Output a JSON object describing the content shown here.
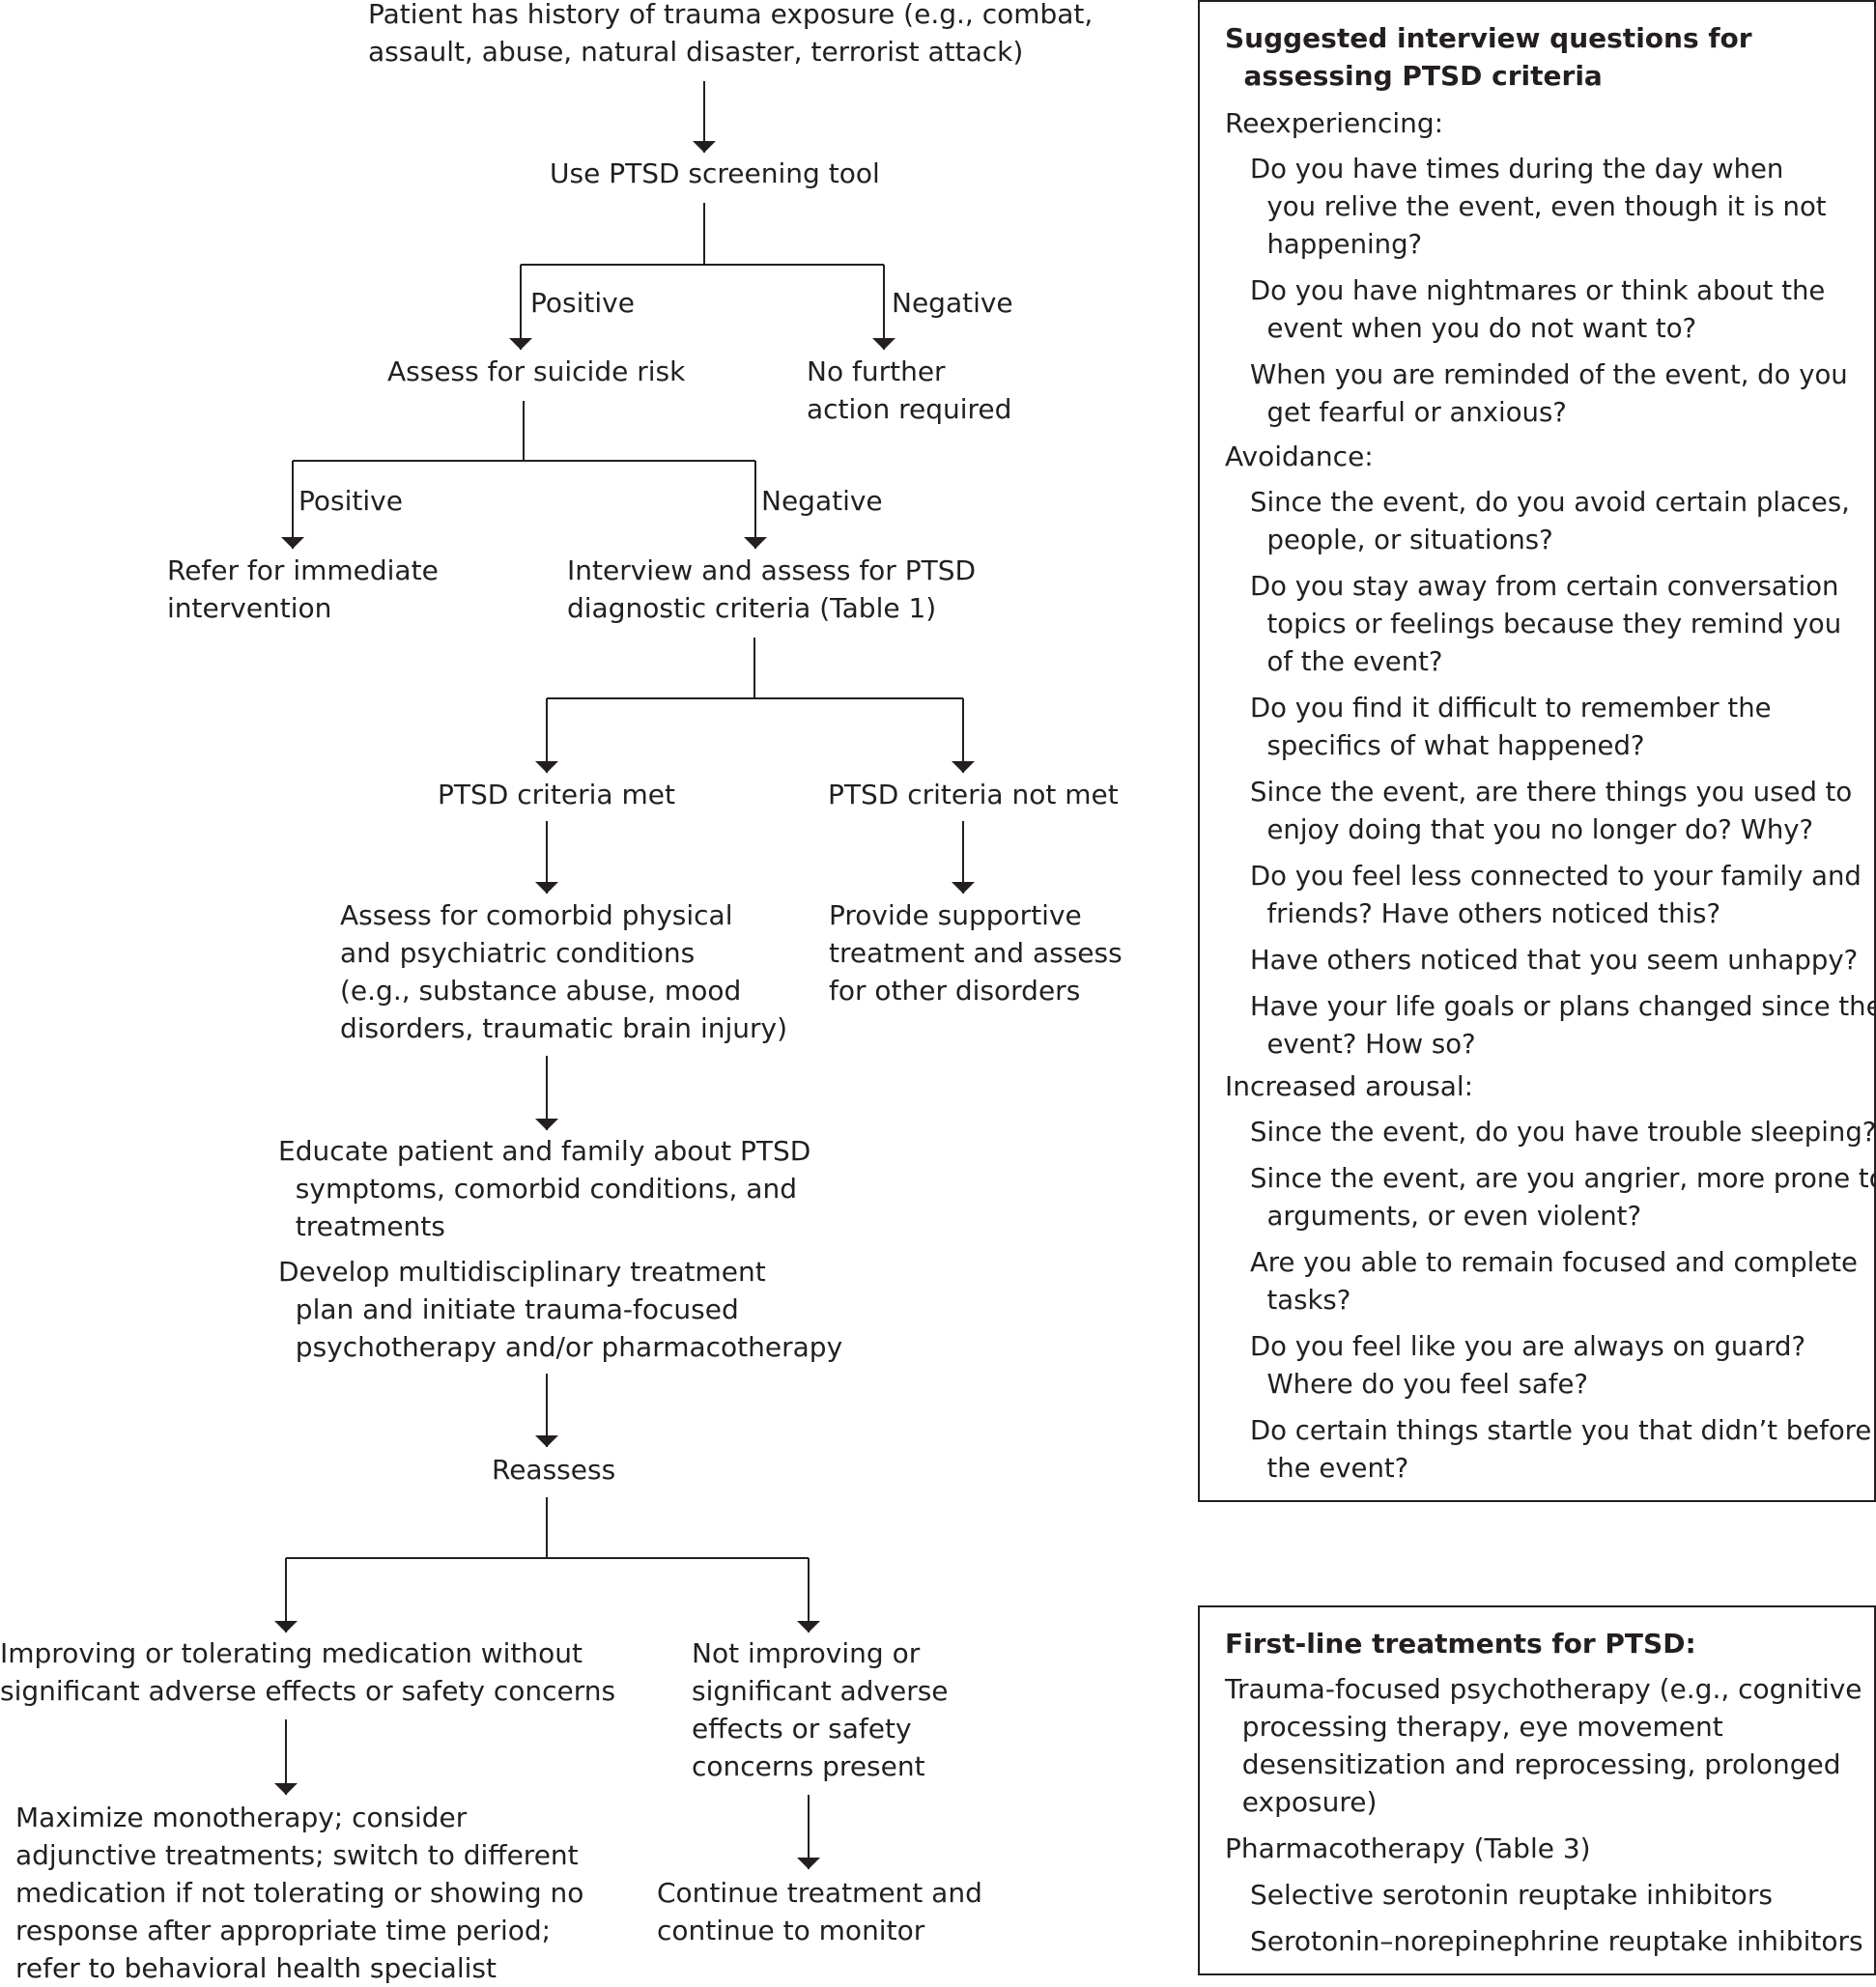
{
  "flow": {
    "trauma": "Patient has history of trauma exposure (e.g., combat,\nassault, abuse, natural disaster, terrorist attack)",
    "screening": "Use PTSD screening tool",
    "positive_1": "Positive",
    "negative_1": "Negative",
    "suicide": "Assess for suicide risk",
    "no_action": "No further\naction required",
    "positive_2": "Positive",
    "negative_2": "Negative",
    "refer": "Refer for immediate\nintervention",
    "interview": "Interview and assess for PTSD\ndiagnostic criteria (Table 1)",
    "criteria_met": "PTSD criteria met",
    "criteria_not_met": "PTSD criteria not met",
    "comorbid": "Assess for comorbid physical\nand psychiatric conditions\n(e.g., substance abuse, mood\ndisorders, traumatic brain injury)",
    "supportive": "Provide supportive\ntreatment and assess\nfor other disorders",
    "educate": "Educate patient and family about PTSD\n  symptoms, comorbid conditions, and\n  treatments",
    "develop": "Develop multidisciplinary treatment\n  plan and initiate trauma-focused\n  psychotherapy and/or pharmacotherapy",
    "reassess": "Reassess",
    "improving": "Improving or tolerating medication without\nsignificant adverse effects or safety concerns",
    "not_improving": "Not improving or\nsignificant adverse\neffects or safety\nconcerns present",
    "maximize": "Maximize monotherapy; consider\nadjunctive treatments; switch to different\nmedication if not tolerating or showing no\nresponse after appropriate time period;\nrefer to behavioral health specialist",
    "continue": "Continue treatment and\ncontinue to monitor"
  },
  "questions_box": {
    "title": "Suggested interview questions for\n  assessing PTSD criteria",
    "sections": [
      {
        "heading": "Reexperiencing:",
        "questions": [
          "Do you have times during the day when\n  you relive the event, even though it is not\n  happening?",
          "Do you have nightmares or think about the\n  event when you do not want to?",
          "When you are reminded of the event, do you\n  get fearful or anxious?"
        ]
      },
      {
        "heading": "Avoidance:",
        "questions": [
          "Since the event, do you avoid certain places,\n  people, or situations?",
          "Do you stay away from certain conversation\n  topics or feelings because they remind you\n  of the event?",
          "Do you find it difficult to remember the\n  specifics of what happened?",
          "Since the event, are there things you used to\n  enjoy doing that you no longer do? Why?",
          "Do you feel less connected to your family and\n  friends? Have others noticed this?",
          "Have others noticed that you seem unhappy?",
          "Have your life goals or plans changed since the\n  event? How so?"
        ]
      },
      {
        "heading": "Increased arousal:",
        "questions": [
          "Since the event, do you have trouble sleeping?",
          "Since the event, are you angrier, more prone to\n  arguments, or even violent?",
          "Are you able to remain focused and complete\n  tasks?",
          "Do you feel like you are always on guard?\n  Where do you feel safe?",
          "Do certain things startle you that didn’t before\n  the event?"
        ]
      }
    ]
  },
  "treatments_box": {
    "title": "First-line treatments for PTSD:",
    "psychotherapy": "Trauma-focused psychotherapy (e.g., cognitive\n  processing therapy, eye movement\n  desensitization and reprocessing, prolonged\n  exposure)",
    "pharmacotherapy": "Pharmacotherapy (Table 3)",
    "ssri": "Selective serotonin reuptake inhibitors",
    "snri": "Serotonin–norepinephrine reuptake inhibitors"
  }
}
